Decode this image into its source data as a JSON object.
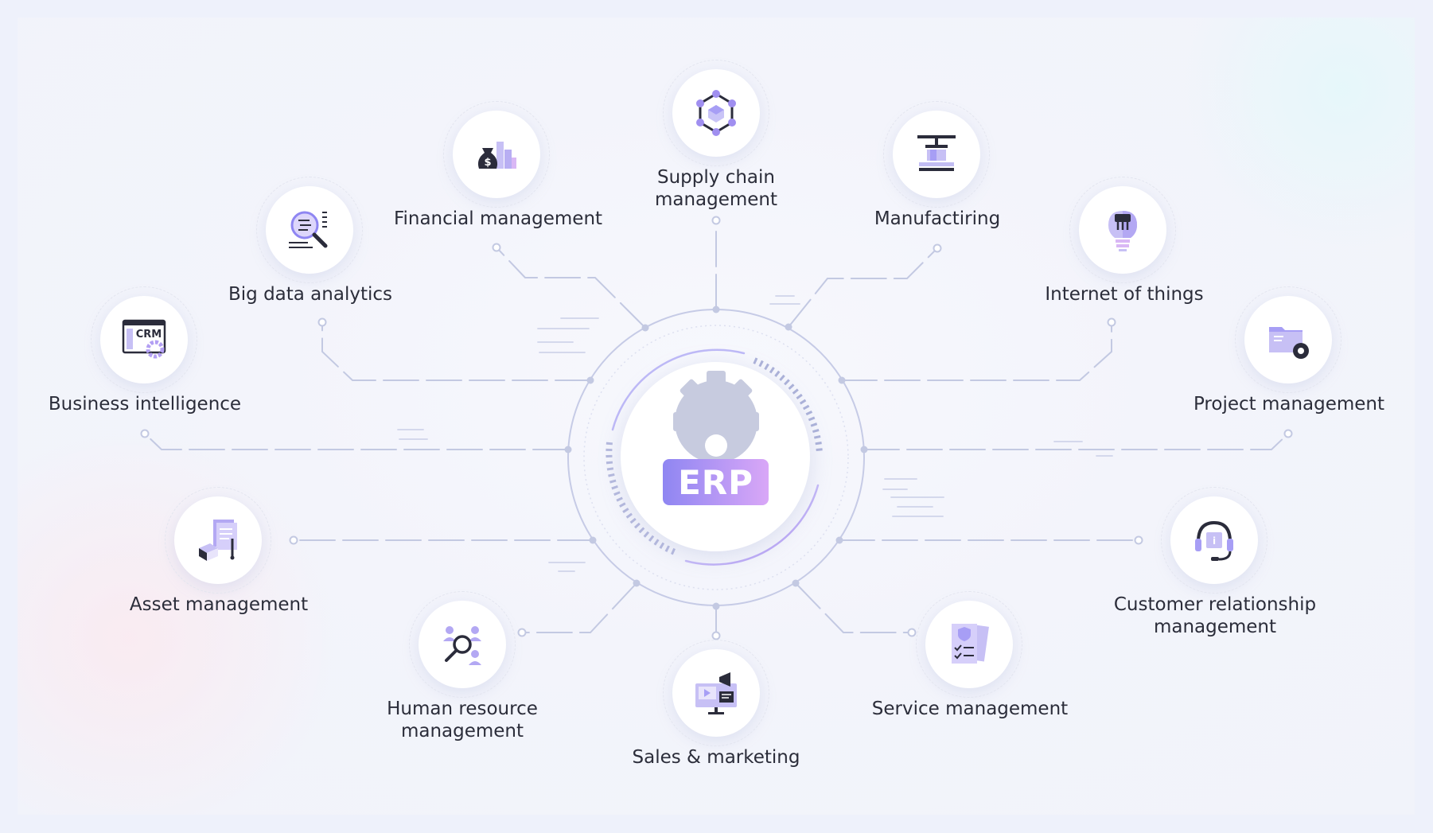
{
  "hub": {
    "label": "ERP"
  },
  "modules": {
    "supply_chain": {
      "line1": "Supply chain",
      "line2": "management",
      "icon": "network-cube-icon"
    },
    "financial": {
      "line1": "Financial management",
      "icon": "money-bag-chart-icon"
    },
    "manufacturing": {
      "line1": "Manufactiring",
      "icon": "press-machine-icon"
    },
    "big_data": {
      "line1": "Big data analytics",
      "icon": "magnifier-report-icon"
    },
    "iot": {
      "line1": "Internet of things",
      "icon": "lightbulb-chip-icon"
    },
    "business_intelligence": {
      "line1": "Business intelligence",
      "icon": "crm-window-icon",
      "icon_text": "CRM"
    },
    "project": {
      "line1": "Project management",
      "icon": "folder-gear-icon"
    },
    "asset": {
      "line1": "Asset management",
      "icon": "document-box-icon"
    },
    "crm": {
      "line1": "Customer relationship",
      "line2": "management",
      "icon": "headset-icon"
    },
    "hr": {
      "line1": "Human resource",
      "line2": "management",
      "icon": "people-search-icon"
    },
    "service": {
      "line1": "Service management",
      "icon": "checklist-shield-icon"
    },
    "sales": {
      "line1": "Sales & marketing",
      "icon": "monitor-megaphone-icon"
    }
  },
  "colors": {
    "accent_purple": "#8f86f2",
    "accent_pink": "#d9a7f7",
    "icon_dark": "#2b2c3b",
    "line": "#c3c9e2",
    "background": "#eef1fb"
  }
}
